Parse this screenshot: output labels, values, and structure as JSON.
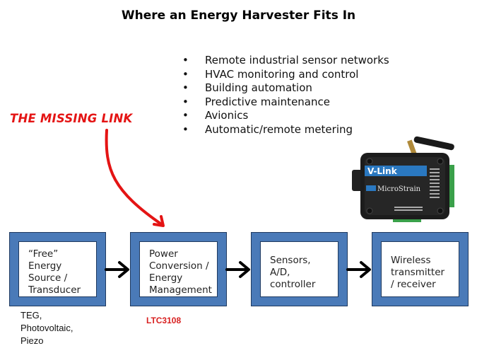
{
  "title": "Where an Energy Harvester Fits In",
  "applications": {
    "bullet_glyph": "•",
    "items": [
      "Remote industrial sensor networks",
      "HVAC monitoring and control",
      "Building automation",
      "Predictive maintenance",
      "Avionics",
      "Automatic/remote metering"
    ]
  },
  "callout": {
    "text": "THE MISSING LINK",
    "color": "#e41414",
    "target": "Power Conversion / Energy Management"
  },
  "flow": {
    "box_color": "#4a7ab8",
    "arrow_color": "#000000",
    "boxes": [
      {
        "label": "“Free”\nEnergy\nSource /\nTransducer",
        "caption": "TEG,\nPhotovoltaic,\nPiezo"
      },
      {
        "label": "Power\nConversion /\nEnergy\nManagement",
        "caption": "LTC3108"
      },
      {
        "label": "Sensors,\nA/D,\ncontroller",
        "caption": ""
      },
      {
        "label": "Wireless\ntransmitter\n/ receiver",
        "caption": ""
      }
    ]
  },
  "device_image": {
    "description": "wireless sensor node photo",
    "brand_label": "V-Link",
    "maker_label": "MicroStrain"
  }
}
